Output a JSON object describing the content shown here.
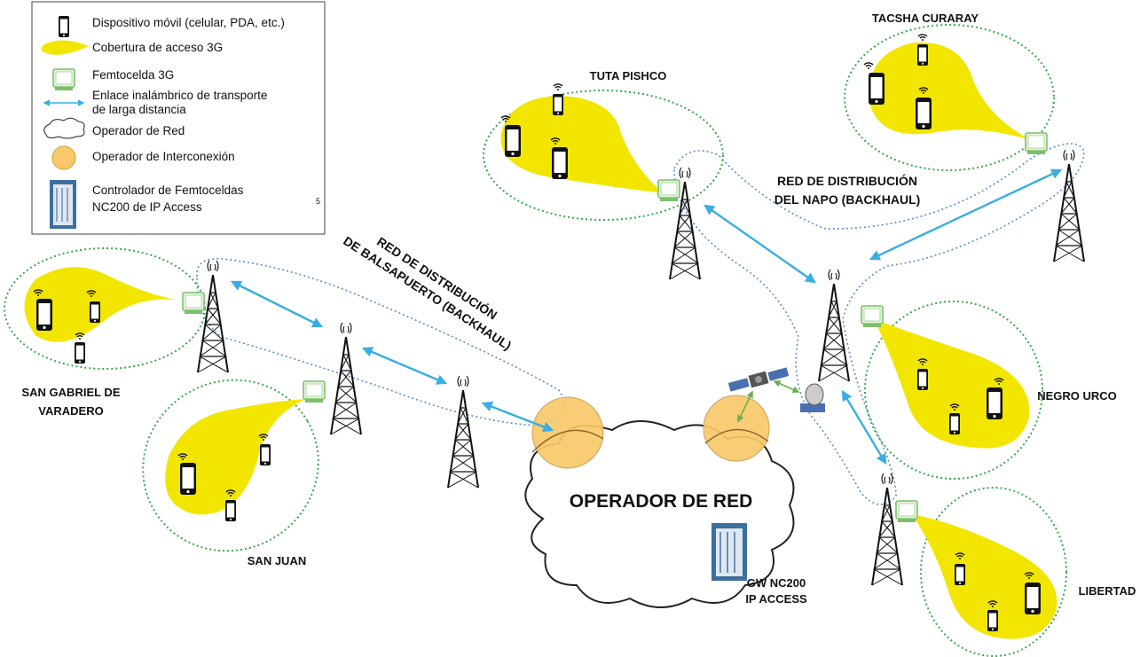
{
  "legend": {
    "items": [
      {
        "icon": "mobile-device-icon",
        "label": "Dispositivo móvil (celular, PDA, etc.)"
      },
      {
        "icon": "coverage-blob-icon",
        "label": "Cobertura de acceso 3G"
      },
      {
        "icon": "femtocell-icon",
        "label": "Femtocelda 3G"
      },
      {
        "icon": "wireless-link-icon",
        "label": "Enlace inalámbrico de transporte",
        "label2": "de larga distancia"
      },
      {
        "icon": "cloud-icon",
        "label": "Operador de Red"
      },
      {
        "icon": "interconnection-circle-icon",
        "label": "Operador de Interconexión"
      },
      {
        "icon": "server-rack-icon",
        "label": "Controlador de Femtoceldas",
        "label2": "NC200 de IP Access"
      }
    ],
    "page_mark": "5"
  },
  "sites": {
    "tacsha": "TACSHA CURARAY",
    "tuta": "TUTA PISHCO",
    "san_gabriel_1": "SAN GABRIEL DE",
    "san_gabriel_2": "VARADERO",
    "san_juan": "SAN JUAN",
    "negro_urco": "NEGRO URCO",
    "libertad": "LIBERTAD"
  },
  "networks": {
    "napo_1": "RED DE DISTRIBUCIÓN",
    "napo_2": "DEL NAPO (BACKHAUL)",
    "balsa_1": "RED DE DISTRIBUCIÓN",
    "balsa_2": "DE BALSAPUERTO (BACKHAUL)"
  },
  "core": {
    "cloud_label": "OPERADOR DE RED",
    "gw_1": "GW NC200",
    "gw_2": "IP ACCESS"
  },
  "colors": {
    "coverage": "#f2e600",
    "interconnection": "#f9c86a",
    "link": "#3aaee0",
    "zone_green": "#3aa84a",
    "zone_blue": "#5b8fc9",
    "femto": "#7cbf6a"
  }
}
